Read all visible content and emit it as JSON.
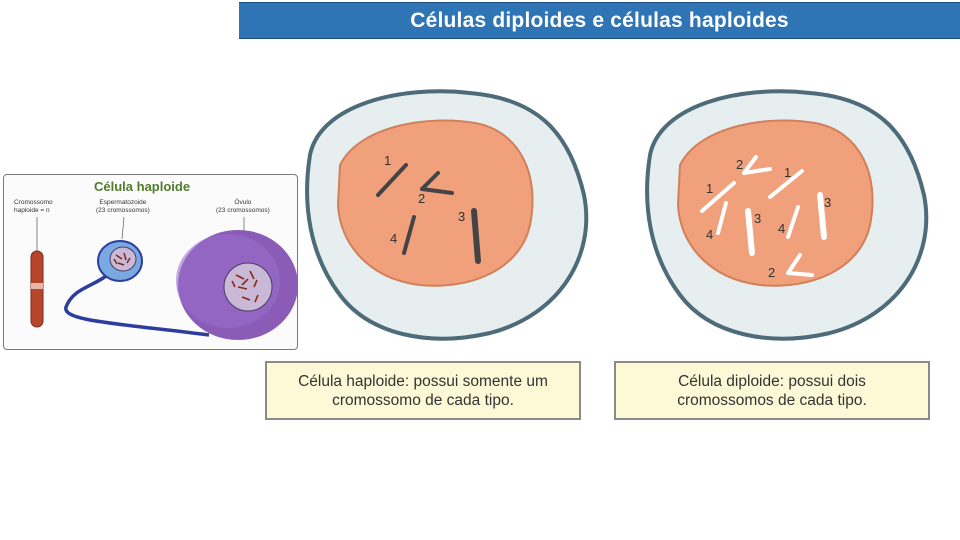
{
  "title": "Células diploides e células haploides",
  "inset": {
    "title": "Célula haploide",
    "chromosome_label": [
      "Cromossomo",
      "haploide = n"
    ],
    "sperm_label": [
      "Espermatozoide",
      "(23 cromossomos)"
    ],
    "ovule_label": [
      "Óvulo",
      "(23 cromossomos)"
    ]
  },
  "haploid_cell": {
    "numbers": [
      "1",
      "2",
      "3",
      "4"
    ],
    "caption": [
      "Célula haploide: possui somente um",
      "cromossomo de cada tipo."
    ]
  },
  "diploid_cell": {
    "numbers": [
      "2",
      "1",
      "1",
      "3",
      "3",
      "4",
      "4",
      "2"
    ],
    "caption": [
      "Célula diploide: possui dois",
      "cromossomos de cada tipo."
    ]
  },
  "colors": {
    "title_bar": "#2f74b5",
    "caption_bg": "#fdf8d6",
    "nucleus": "#f0a07a",
    "cytoplasm": "#e6eef0",
    "membrane": "#4d6b78",
    "ovule": "#8a5cb8"
  }
}
